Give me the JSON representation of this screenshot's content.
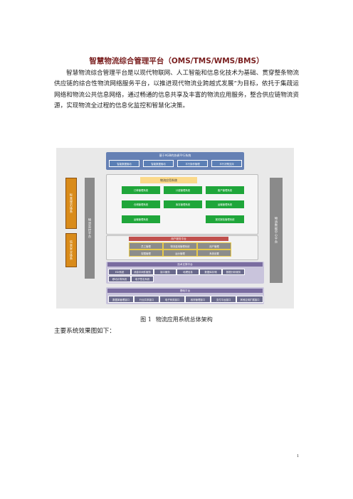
{
  "document": {
    "title": "智慧物流综合管理平台（OMS/TMS/WMS/BMS）",
    "paragraph": "智慧物流综合管理平台是以现代物联网、人工智能和信息化技术为基础、贯穿整条物流供应链的综合性物流网络服务平台，以推进现代物流业跨越式发展”为目标，依托于集疏运网络和物流公共信息网络，通过畅通的信息共享及丰富的物流应用服务，整合供应链物流资源，实现物流全过程的信息化监控和智慧化决策。",
    "figure_caption_num": "图 1",
    "figure_caption_text": "物流应用系统总体架构",
    "after_text": "主要系统效果图如下：",
    "page_number": "1"
  },
  "figure": {
    "top_band_title": "基于AGB的协调平行系统",
    "top_items": [
      "智能数据驱动",
      "智能数据驱动",
      "平行操作管理",
      "平行决策支持"
    ],
    "left_orange": [
      "标准规范体系",
      "信息安全体系"
    ],
    "left_gray_label": "物流监控平台",
    "right_gray_label": "物流数据中心平台",
    "app_title": "物流应用系统",
    "app_boxes": [
      "订单管理系统",
      "计费管理系统",
      "客户管理系统",
      "仓储管理系统",
      "库存管理系统",
      "运输管理系统",
      "运输管理系统",
      "",
      "报关报检管理系统"
    ],
    "service_title": "用户服务平台",
    "service_items": [
      "员工管理",
      "物流费用管理系统",
      "用户管理",
      "权限管理",
      "运价管理",
      "系统设置"
    ],
    "tech_title": "技术支撑平台",
    "tech_items": [
      "EDI系统",
      "消息中间件服务",
      "接口服务",
      "地理信息",
      "数据库存储",
      "数据分析服务",
      "移动计算系统",
      "电子签名系统"
    ],
    "basic_title": "基础平台",
    "basic_items": [
      "数据库管理接口",
      "行业共享接口",
      "电子商务接口",
      "政府管理接口",
      "支付平台接口",
      "其他应用扩展接口"
    ],
    "colors": {
      "background": "#e9e9e9",
      "band_blue": "#5f7fb0",
      "green": "#1fa63a",
      "orange": "#d98b1a",
      "gray": "#8a8a8a",
      "service_red": "#c0504d",
      "tech_purple": "#7a6ca0"
    }
  }
}
